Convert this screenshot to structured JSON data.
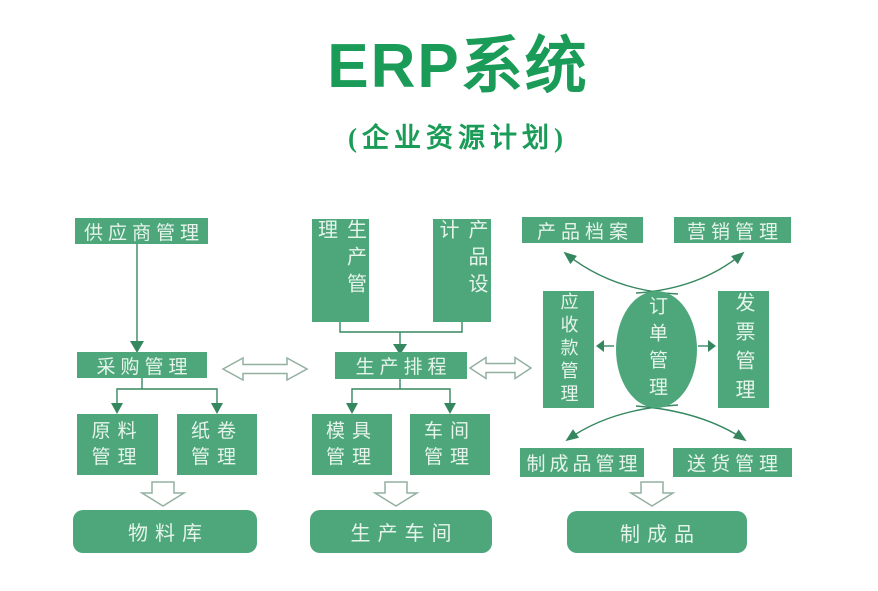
{
  "title": "ERP系统",
  "subtitle": "(企业资源计划)",
  "colors": {
    "box_green": "#4da77a",
    "title_green": "#1a9c58",
    "line_green": "#35875f",
    "arrow_outline": "#93b0a0",
    "box_text": "#e6f4ec",
    "background": "#ffffff"
  },
  "nodes": {
    "supplier": "供应商管理",
    "production_mgmt": "生产管理",
    "product_design": "产品设计",
    "product_archive": "产品档案",
    "marketing": "营销管理",
    "purchasing": "采购管理",
    "scheduling": "生产排程",
    "receivables": "应收款管理",
    "orders": "订单管理",
    "invoices": "发票管理",
    "raw_materials": "原料管理",
    "paper_rolls": "纸卷管理",
    "molds": "模具管理",
    "workshop_mgmt": "车间管理",
    "finished_goods_mgmt": "制成品管理",
    "delivery": "送货管理",
    "material_warehouse": "物料库",
    "production_workshop": "生产车间",
    "finished_goods": "制成品"
  },
  "edges": [
    {
      "from": "供应商管理",
      "to": "采购管理",
      "type": "arrow"
    },
    {
      "from": "采购管理",
      "to": "生产排程",
      "type": "double-arrow"
    },
    {
      "from": "生产管理",
      "to": "生产排程",
      "type": "arrow"
    },
    {
      "from": "产品设计",
      "to": "生产排程",
      "type": "arrow"
    },
    {
      "from": "生产排程",
      "to": "应收款管理",
      "type": "double-arrow"
    },
    {
      "from": "采购管理",
      "to": "原料管理",
      "type": "arrow"
    },
    {
      "from": "采购管理",
      "to": "纸卷管理",
      "type": "arrow"
    },
    {
      "from": "生产排程",
      "to": "模具管理",
      "type": "arrow"
    },
    {
      "from": "生产排程",
      "to": "车间管理",
      "type": "arrow"
    },
    {
      "from": "原料管理/纸卷管理",
      "to": "物料库",
      "type": "block-arrow"
    },
    {
      "from": "模具管理/车间管理",
      "to": "生产车间",
      "type": "block-arrow"
    },
    {
      "from": "订单管理",
      "to": "应收款管理",
      "type": "arrow"
    },
    {
      "from": "订单管理",
      "to": "发票管理",
      "type": "arrow"
    },
    {
      "from": "订单管理",
      "to": "产品档案",
      "type": "curved-arrow"
    },
    {
      "from": "订单管理",
      "to": "营销管理",
      "type": "curved-arrow"
    },
    {
      "from": "订单管理",
      "to": "制成品管理",
      "type": "curved-arrow"
    },
    {
      "from": "订单管理",
      "to": "送货管理",
      "type": "curved-arrow"
    },
    {
      "from": "制成品管理",
      "to": "制成品",
      "type": "block-arrow"
    }
  ]
}
